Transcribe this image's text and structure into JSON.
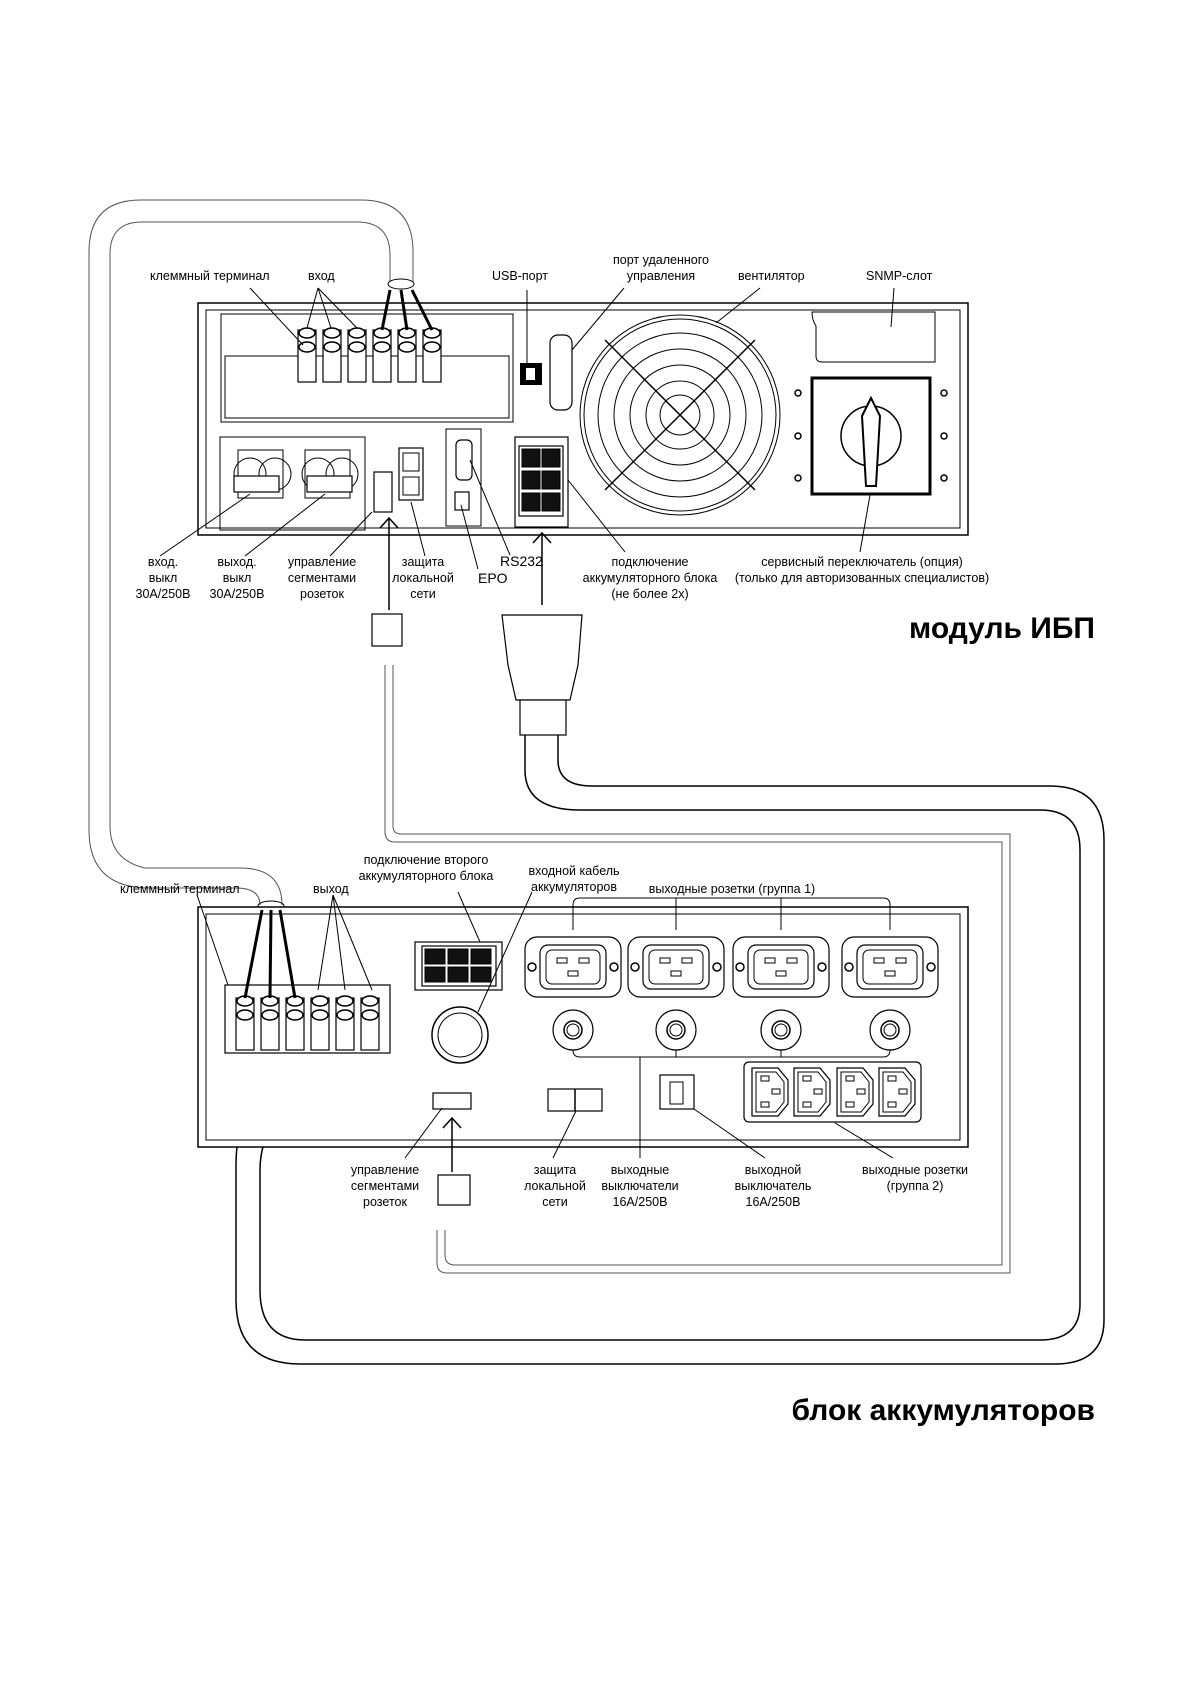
{
  "diagram": {
    "ups_module": {
      "title": "модуль ИБП",
      "labels": {
        "terminal": "клеммный терминал",
        "input": "вход",
        "usb_port": "USB-порт",
        "remote_port_1": "порт удаленного",
        "remote_port_2": "управления",
        "fan": "вентилятор",
        "snmp_slot": "SNMP-слот",
        "input_breaker": [
          "вход.",
          "выкл",
          "30A/250В"
        ],
        "output_breaker": [
          "выход.",
          "выкл",
          "30A/250В"
        ],
        "segment_control": [
          "управление",
          "сегментами",
          "розеток"
        ],
        "network_protection": [
          "защита",
          "локальной",
          "сети"
        ],
        "epo": "EPO",
        "rs232": "RS232",
        "battery_connection": [
          "подключение",
          "аккумуляторного блока",
          "(не более 2х)"
        ],
        "service_switch": [
          "сервисный переключатель (опция)",
          "(только для авторизованных специалистов)"
        ]
      }
    },
    "battery_pack": {
      "title": "блок аккумуляторов",
      "labels": {
        "terminal": "клеммный терминал",
        "output": "выход",
        "second_pack": [
          "подключение второго",
          "аккумуляторного блока"
        ],
        "input_cable": [
          "входной кабель",
          "аккумуляторов"
        ],
        "outlets_group1": "выходные розетки (группа 1)",
        "segment_control": [
          "управление",
          "сегментами",
          "розеток"
        ],
        "network_protection": [
          "защита",
          "локальной",
          "сети"
        ],
        "output_breakers": [
          "выходные",
          "выключатели",
          "16A/250В"
        ],
        "output_breaker": [
          "выходной",
          "выключатель",
          "16A/250В"
        ],
        "outlets_group2": [
          "выходные розетки",
          "(группа 2)"
        ]
      }
    }
  }
}
